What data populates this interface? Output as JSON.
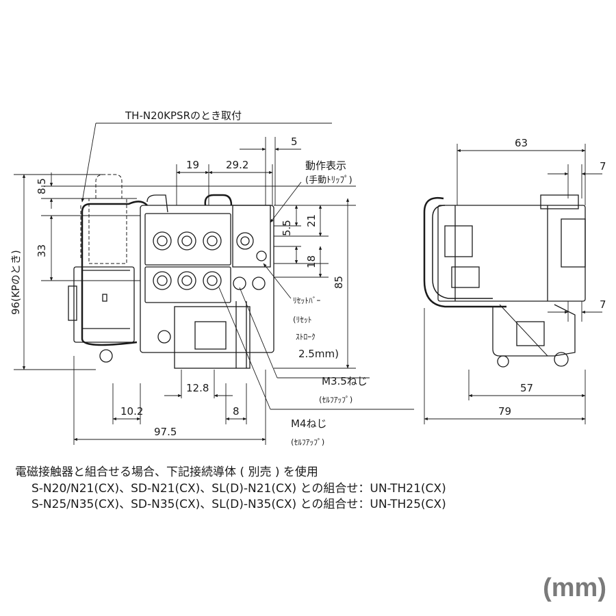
{
  "labels": {
    "mount_note": "TH-N20KPSRのとき取付",
    "indicator_1": "動作表示",
    "indicator_2": "(手動ﾄﾘｯﾌﾟ)",
    "reset_1": "ﾘｾｯﾄﾊﾞｰ",
    "reset_2": "(ﾘｾｯﾄ",
    "reset_3": "ｽﾄﾛｰｸ",
    "reset_4": "2.5mm)",
    "m35_1": "M3.5ねじ",
    "m35_2": "(ｾﾙﾌｱｯﾌﾟ)",
    "m4_1": "M4ねじ",
    "m4_2": "(ｾﾙﾌｱｯﾌﾟ)",
    "kp_height": "96(KPのとき)"
  },
  "dimensions": {
    "d5": "5",
    "d19": "19",
    "d29_2": "29.2",
    "d8_5": "8.5",
    "d33": "33",
    "d5_5": "5.5",
    "d21": "21",
    "d18": "18",
    "d85": "85",
    "d12_8": "12.8",
    "d10_2": "10.2",
    "d8": "8",
    "d97_5": "97.5",
    "d63": "63",
    "d7_top": "7",
    "d7_mid": "7",
    "d57": "57",
    "d79": "79"
  },
  "notes": {
    "line1": "電磁接触器と組合せる場合、下記接続導体 ( 別売 ) を使用",
    "line2": "S-N20/N21(CX)、SD-N21(CX)、SL(D)-N21(CX) との組合せ：UN-TH21(CX)",
    "line3": "S-N25/N35(CX)、SD-N35(CX)、SL(D)-N35(CX) との組合せ：UN-TH25(CX)"
  },
  "unit": "(mm)"
}
